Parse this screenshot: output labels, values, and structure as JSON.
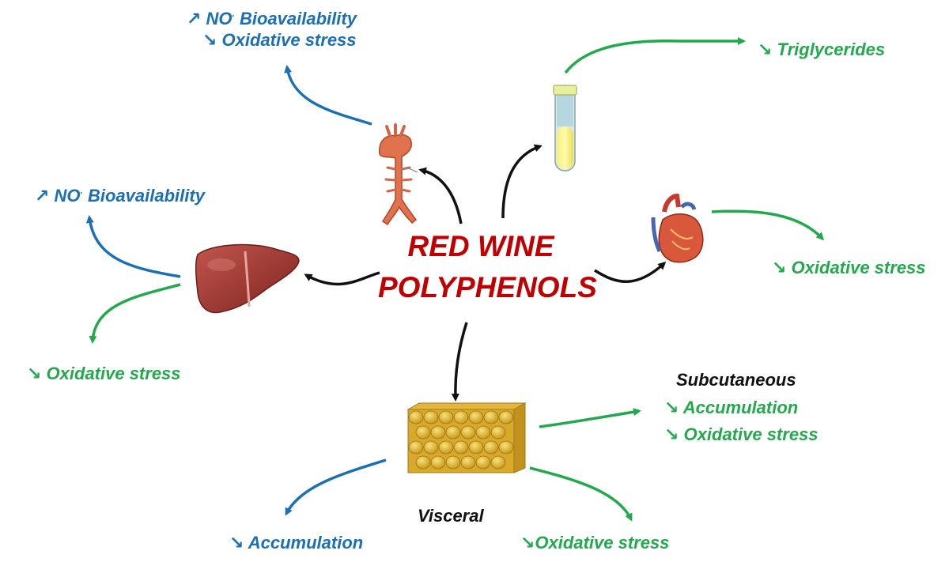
{
  "center": {
    "line1": "RED WINE",
    "line2": "POLYPHENOLS"
  },
  "labels": {
    "aorta_up": "↗ NO",
    "aorta_up_rest": " Bioavailability",
    "aorta_down": "↘ Oxidative stress",
    "tube": "↘ Triglycerides",
    "liver_up": "↗ NO",
    "liver_up_rest": " Bioavailability",
    "liver_down": "↘ Oxidative stress",
    "heart": "↘ Oxidative stress",
    "subcutaneous_title": "Subcutaneous",
    "subcutaneous_accum": "↘ Accumulation",
    "subcutaneous_ox": "↘ Oxidative stress",
    "visceral_title": "Visceral",
    "visceral_accum": "↘ Accumulation",
    "visceral_ox": "↘Oxidative stress",
    "radical_dot": "."
  },
  "colors": {
    "blue": "#1b6fb5",
    "green": "#22a94b",
    "black": "#111111",
    "title_red": "#c00000"
  },
  "icons": [
    "aorta-icon",
    "test-tube-icon",
    "liver-icon",
    "heart-icon",
    "adipose-tissue-icon"
  ]
}
